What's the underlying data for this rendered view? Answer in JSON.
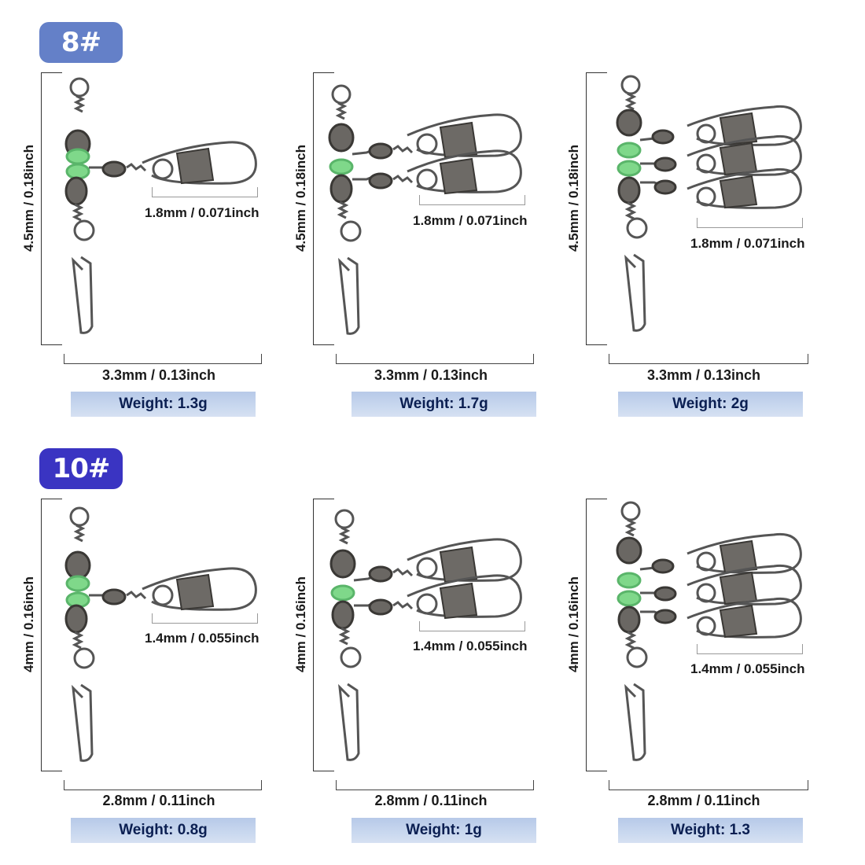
{
  "sections": [
    {
      "badge": "8#",
      "badge_color": "#6480c8",
      "items": [
        {
          "arms": 1,
          "height_label": "4.5mm / 0.18inch",
          "width_label": "3.3mm / 0.13inch",
          "snap_label": "1.8mm / 0.071inch",
          "weight": "Weight: 1.3g"
        },
        {
          "arms": 2,
          "height_label": "4.5mm / 0.18inch",
          "width_label": "3.3mm / 0.13inch",
          "snap_label": "1.8mm / 0.071inch",
          "weight": "Weight: 1.7g"
        },
        {
          "arms": 3,
          "height_label": "4.5mm / 0.18inch",
          "width_label": "3.3mm / 0.13inch",
          "snap_label": "1.8mm / 0.071inch",
          "weight": "Weight: 2g"
        }
      ]
    },
    {
      "badge": "10#",
      "badge_color": "#3a34c2",
      "items": [
        {
          "arms": 1,
          "height_label": "4mm / 0.16inch",
          "width_label": "2.8mm / 0.11inch",
          "snap_label": "1.4mm / 0.055inch",
          "weight": "Weight: 0.8g"
        },
        {
          "arms": 2,
          "height_label": "4mm / 0.16inch",
          "width_label": "2.8mm / 0.11inch",
          "snap_label": "1.4mm / 0.055inch",
          "weight": "Weight: 1g"
        },
        {
          "arms": 3,
          "height_label": "4mm / 0.16inch",
          "width_label": "2.8mm / 0.11inch",
          "snap_label": "1.4mm / 0.055inch",
          "weight": "Weight: 1.3"
        }
      ]
    }
  ],
  "colors": {
    "metal": "#5a5652",
    "bead_green": "#7fd88a",
    "weight_bg": "#c2d3ee",
    "weight_text": "#0b1f52"
  }
}
